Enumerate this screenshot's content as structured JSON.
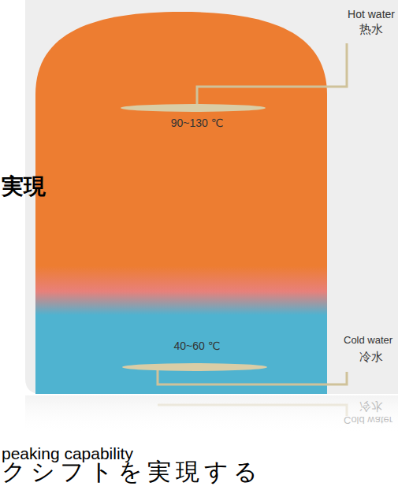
{
  "diagram": {
    "nodes": [
      {
        "text": [
          "90~130 ℃"
        ]
      },
      {
        "text": [
          "40~60 ℃"
        ]
      }
    ],
    "labels": [
      "Hot water",
      "热水",
      "Cold water",
      "冷水",
      "冷水",
      "Cold water",
      "実現",
      "peaking capability",
      "クシフトを実現する"
    ]
  }
}
